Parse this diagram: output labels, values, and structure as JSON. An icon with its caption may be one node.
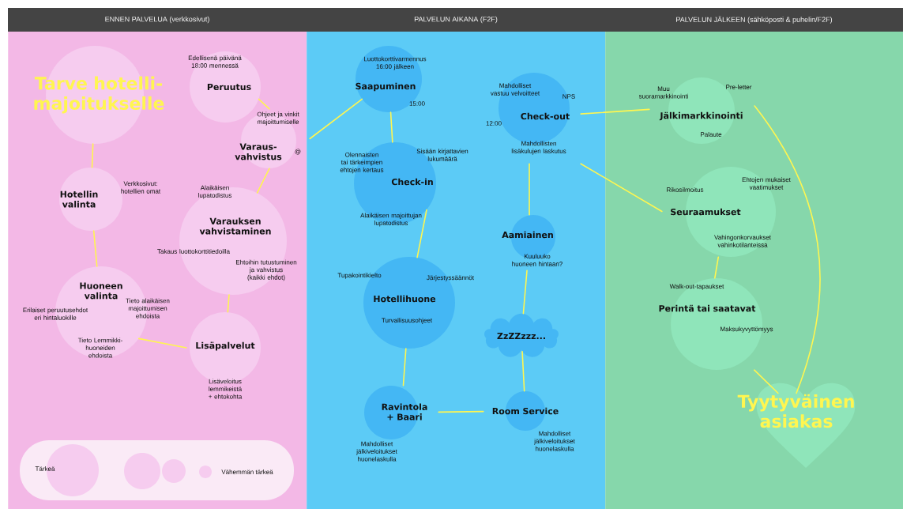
{
  "diagram": {
    "nodes": [
      {
        "text": [
          "ENNEN PALVELUA (verkkosivut)"
        ]
      },
      {
        "text": [
          "Tarve hotelli-majoitukselle"
        ],
        "in": 0
      },
      {
        "text": [
          "Edellisenä päivänä 18:00 mennessä",
          "Peruutus"
        ],
        "in": 0
      },
      {
        "text": [
          "Ohjeet ja vinkit majoittumiselle",
          "Varaus-vahvistus",
          "@"
        ],
        "in": 0
      },
      {
        "text": [
          "Verkkosivut: hotellien omat",
          "Hotellin valinta"
        ],
        "in": 0
      },
      {
        "text": [
          "Alaikäisen lupatodistus",
          "Varauksen vahvistaminen",
          "Takaus luottokorttitiedoilla",
          "Ehtoihin tutustuminen ja vahvistus (kaikki ehdot)"
        ],
        "in": 0
      },
      {
        "text": [
          "Huoneen valinta",
          "Erilaiset peruutusehdot eri hintaluokille",
          "Tieto alaikäisen majoittumisen ehdoista",
          "Tieto Lemmikki-huoneiden ehdoista"
        ],
        "in": 0
      },
      {
        "text": [
          "Lisäpalvelut",
          "Lisäveloitus lemmikeistä + ehtokohta"
        ],
        "in": 0
      },
      {
        "text": [
          "PALVELUN AIKANA (F2F)"
        ]
      },
      {
        "text": [
          "Luottokorttivarmennus 16:00 jälkeen",
          "Saapuminen",
          "15:00"
        ],
        "in": 8
      },
      {
        "text": [
          "Mahdolliset vastuu velvoitteet",
          "NPS",
          "12:00",
          "Check-out",
          "Mahdollisten lisäkulujen laskutus"
        ],
        "in": 8
      },
      {
        "text": [
          "Sisään kirjattavien lukumäärä",
          "Olennaisten tai tärkeimpien ehtojen kertaus",
          "Check-in",
          "Alaikäisen majoittujan lupatodistus"
        ],
        "in": 8
      },
      {
        "text": [
          "Aamiainen",
          "Kuuluuko huoneen hintaan?"
        ],
        "in": 8
      },
      {
        "text": [
          "Tupakointikielto",
          "Järjestyssäännöt",
          "Hotellihuone",
          "Turvallisuusohjeet"
        ],
        "in": 8
      },
      {
        "text": [
          "ZzZZzzz..."
        ],
        "in": 8
      },
      {
        "text": [
          "Ravintola + Baari",
          "Mahdolliset jälkiveloitukset huonelaskulla"
        ],
        "in": 8
      },
      {
        "text": [
          "Room Service",
          "Mahdolliset jälkiveloitukset huonelaskulla"
        ],
        "in": 8
      },
      {
        "text": [
          "PALVELUN JÄLKEEN (sähköposti & puhelin/F2F)"
        ]
      },
      {
        "text": [
          "Pre-letter",
          "Muu suoramarkkinointi",
          "Jälkimarkkinointi",
          "Palaute"
        ],
        "in": 17
      },
      {
        "text": [
          "Ehtojen mukaiset vaatimukset",
          "Rikosilmoitus",
          "Seuraamukset",
          "Vahingonkorvaukset vahinkotilanteissa"
        ],
        "in": 17
      },
      {
        "text": [
          "Walk-out-tapaukset",
          "Perintä tai saatavat",
          "Maksukyvyttömyys"
        ],
        "in": 17
      },
      {
        "text": [
          "Tyytyväinen asiakas"
        ],
        "in": 17
      }
    ],
    "edges": [
      {
        "from": 1,
        "to": 4,
        "arrow": "none"
      },
      {
        "from": 4,
        "to": 6,
        "arrow": "none"
      },
      {
        "from": 6,
        "to": 7,
        "arrow": "none"
      },
      {
        "from": 7,
        "to": 5,
        "arrow": "none"
      },
      {
        "from": 5,
        "to": 3,
        "arrow": "none"
      },
      {
        "from": 3,
        "to": 2,
        "arrow": "none"
      },
      {
        "from": 3,
        "to": 9,
        "arrow": "none"
      },
      {
        "from": 9,
        "to": 11,
        "arrow": "none"
      },
      {
        "from": 11,
        "to": 13,
        "arrow": "none"
      },
      {
        "from": 13,
        "to": 15,
        "arrow": "none"
      },
      {
        "from": 15,
        "to": 16,
        "arrow": "none"
      },
      {
        "from": 16,
        "to": 14,
        "arrow": "none"
      },
      {
        "from": 14,
        "to": 12,
        "arrow": "none"
      },
      {
        "from": 12,
        "to": 10,
        "arrow": "none"
      },
      {
        "from": 10,
        "to": 18,
        "arrow": "none"
      },
      {
        "from": 10,
        "to": 19,
        "arrow": "none"
      },
      {
        "from": 19,
        "to": 20,
        "arrow": "none"
      },
      {
        "from": 20,
        "to": 21,
        "arrow": "none"
      },
      {
        "from": 18,
        "to": 21,
        "arrow": "none"
      }
    ],
    "legend": [
      {
        "text": "Tärkeä"
      },
      {
        "text": "Vähemmän tärkeä"
      }
    ]
  }
}
